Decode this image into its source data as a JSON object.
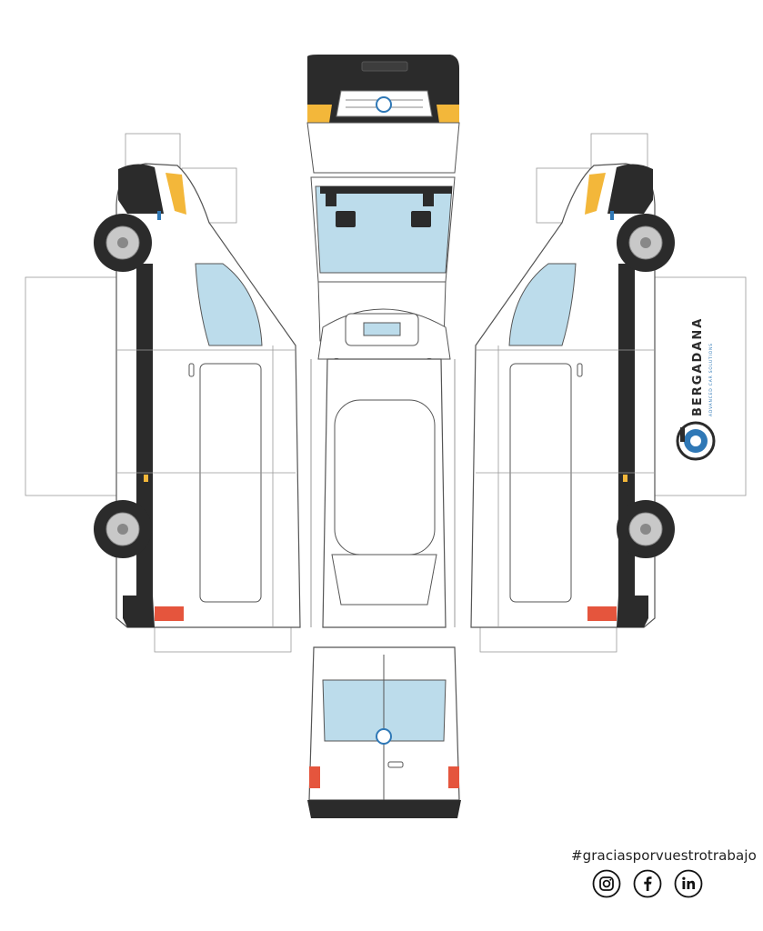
{
  "brand": {
    "name": "BERGADANA",
    "tagline": "ADVANCED CAR SOLUTIONS",
    "accent_color": "#2f78b6",
    "dark_color": "#2b2b2b"
  },
  "colors": {
    "glass": "#bcdceb",
    "body": "#ffffff",
    "trim": "#2b2b2b",
    "indicator": "#f3b73a",
    "taillight": "#e5553d",
    "tire_rim": "#c8c8c8"
  },
  "footer": {
    "hashtag": "#graciasporvuestrotrabajo",
    "social": [
      "instagram-icon",
      "facebook-icon",
      "linkedin-icon"
    ]
  }
}
